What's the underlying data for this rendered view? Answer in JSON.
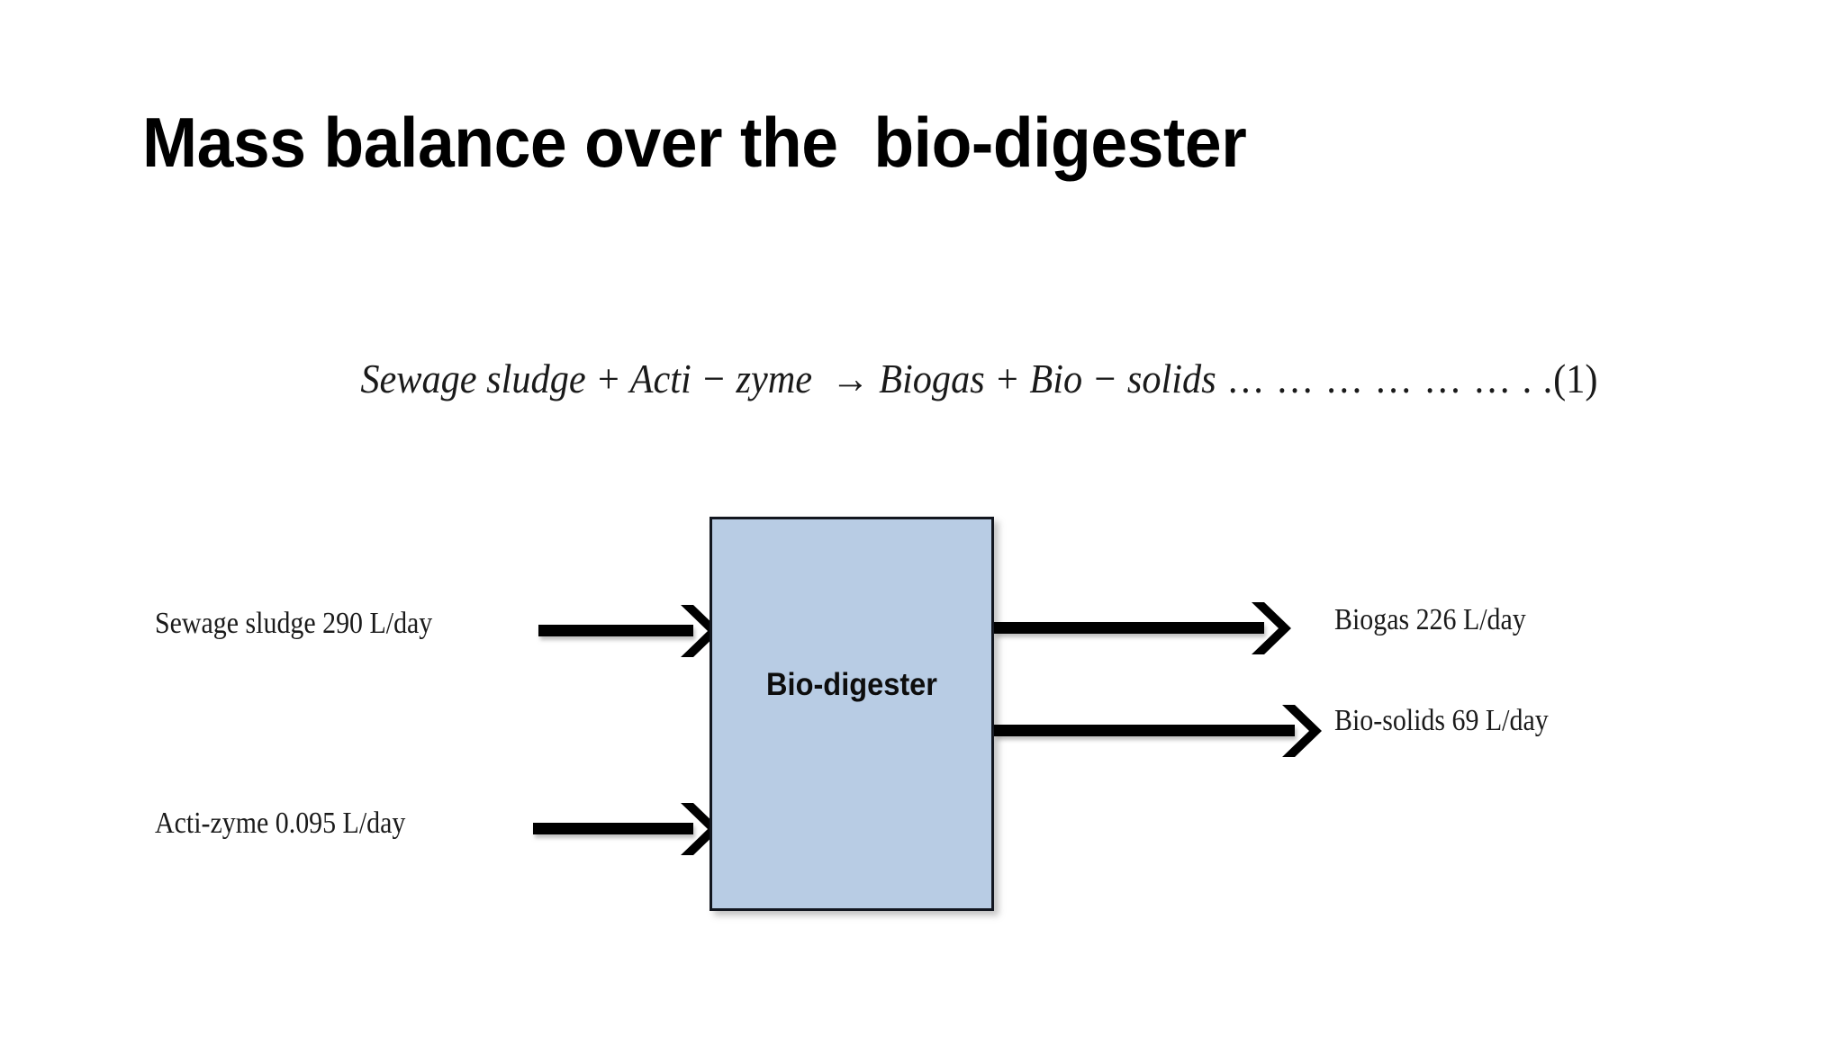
{
  "slide": {
    "title": "Mass balance over the  bio-digester",
    "background_color": "#ffffff"
  },
  "equation": {
    "reactants": "Sewage sludge + Acti − zyme  → Biogas + Bio − solids",
    "leader_dots": " … … … … … … . .",
    "number": "(1)",
    "full_text": "Sewage sludge + Acti − zyme  → Biogas + Bio − solids … … … … … … . . (1)"
  },
  "diagram": {
    "unit": {
      "label": "Bio-digester",
      "fill_color": "#b8cce4",
      "border_color": "#12161f"
    },
    "inputs": [
      {
        "name": "sewage-sludge",
        "label": "Sewage sludge 290 L/day",
        "stream": "Sewage sludge",
        "value": "290",
        "unit": "L/day"
      },
      {
        "name": "acti-zyme",
        "label": "Acti-zyme 0.095 L/day",
        "stream": "Acti-zyme",
        "value": "0.095",
        "unit": "L/day"
      }
    ],
    "outputs": [
      {
        "name": "biogas",
        "label": "Biogas 226 L/day",
        "stream": "Biogas",
        "value": "226",
        "unit": "L/day"
      },
      {
        "name": "bio-solids",
        "label": "Bio-solids 69 L/day",
        "stream": "Bio-solids",
        "value": "69",
        "unit": "L/day"
      }
    ],
    "arrow_color": "#000000"
  }
}
